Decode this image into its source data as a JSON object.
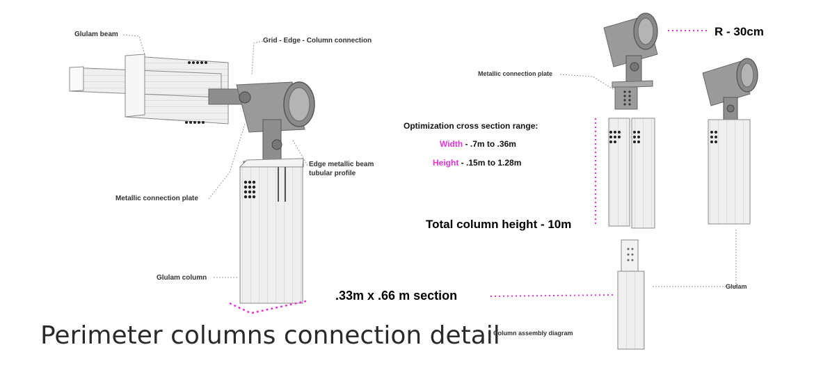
{
  "title": "Perimeter columns connection detail",
  "labels": {
    "glulam_beam": "Glulam beam",
    "grid_edge": "Grid - Edge - Column connection",
    "edge_beam_1": "Edge metallic beam",
    "edge_beam_2": "tubular profile",
    "plate_left": "Metallic connection plate",
    "glulam_column": "Glulam column",
    "plate_right": "Metallic connection plate",
    "glulam": "Glulam",
    "assembly": "Column assembly diagram"
  },
  "specs": {
    "radius": "R - 30cm",
    "optimization": "Optimization cross section  range:",
    "width_key": "Width",
    "width_val": " - .7m to .36m",
    "height_key": "Height",
    "height_val": " - .15m to 1.28m",
    "total_height": "Total column height - 10m",
    "section": ".33m x .66 m section"
  },
  "colors": {
    "accent": "#e633d9",
    "line": "#aaaaaa",
    "metal": "#9a9a9a",
    "wood": "#ebebeb"
  }
}
